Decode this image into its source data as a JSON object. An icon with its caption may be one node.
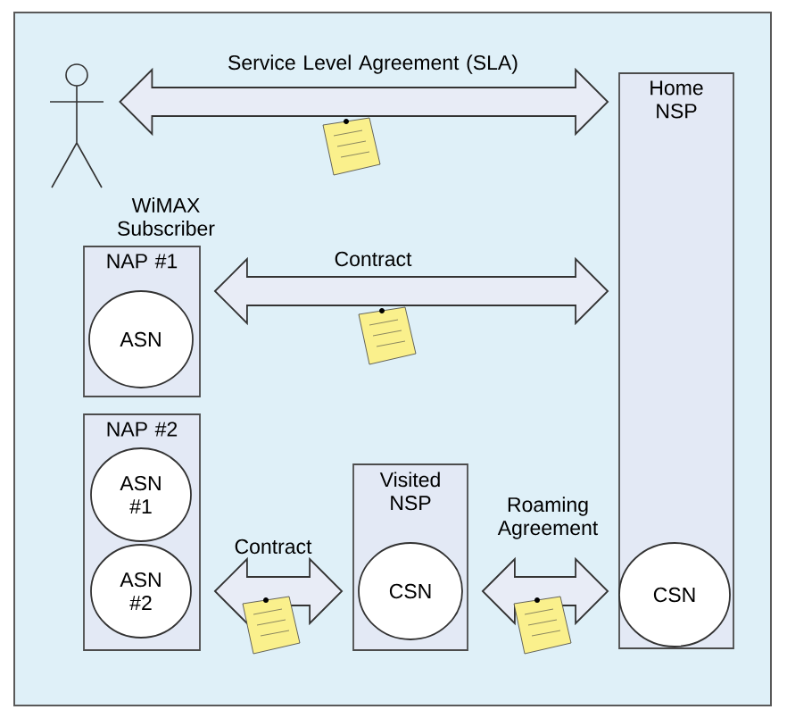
{
  "diagram": {
    "nodes": [
      {
        "text": [],
        "shape": "person",
        "beside": [
          "WiMAX Subscriber"
        ]
      },
      {
        "text": [
          "Home NSP"
        ]
      },
      {
        "text": [
          "NAP #1"
        ]
      },
      {
        "text": [
          "ASN"
        ],
        "in": 2
      },
      {
        "text": [
          "NAP #2"
        ]
      },
      {
        "text": [
          "ASN #1"
        ],
        "in": 4
      },
      {
        "text": [
          "ASN #2"
        ],
        "in": 4
      },
      {
        "text": [
          "Visited NSP"
        ]
      },
      {
        "text": [
          "CSN"
        ],
        "in": 7
      },
      {
        "text": [
          "CSN"
        ],
        "in": 1
      }
    ],
    "edges": [
      {
        "from": 0,
        "to": 1,
        "arrow": "both",
        "label": "Service Level Agreement (SLA)"
      },
      {
        "from": 2,
        "to": 1,
        "arrow": "both",
        "label": "Contract"
      },
      {
        "from": 4,
        "to": 7,
        "arrow": "both",
        "label": "Contract"
      },
      {
        "from": 7,
        "to": 1,
        "arrow": "both",
        "label": "Roaming Agreement"
      }
    ]
  }
}
